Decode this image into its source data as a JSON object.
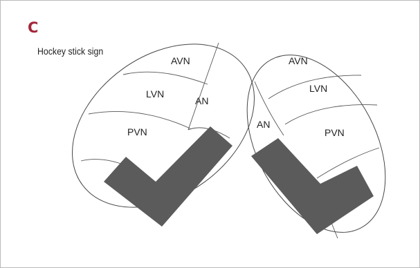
{
  "panel": {
    "letter": "C",
    "title": "Hockey stick sign"
  },
  "left_thalamus": {
    "labels": {
      "avn": "AVN",
      "lvn": "LVN",
      "an": "AN",
      "pvn": "PVN"
    }
  },
  "right_thalamus": {
    "labels": {
      "avn": "AVN",
      "lvn": "LVN",
      "an": "AN",
      "pvn": "PVN"
    }
  },
  "colors": {
    "accent": "#a3273a",
    "hockey_stick": "#5b5b5b",
    "outline": "#444444",
    "frame": "#b8b8b8"
  }
}
